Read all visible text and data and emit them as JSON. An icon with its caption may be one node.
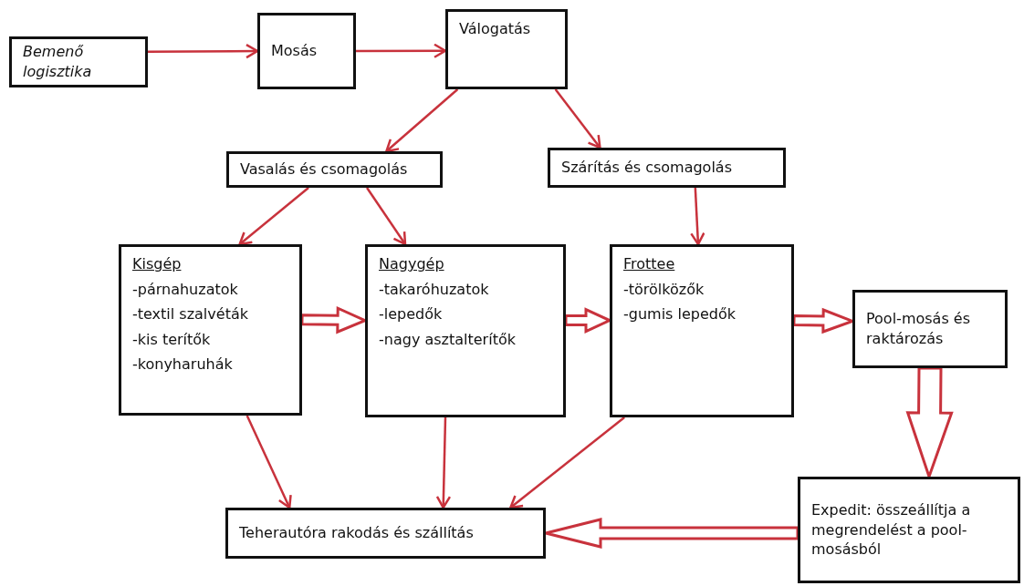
{
  "diagram": {
    "nodes": [
      {
        "text": [
          "Bemenő logisztika"
        ]
      },
      {
        "text": [
          "Mosás"
        ]
      },
      {
        "text": [
          "Válogatás"
        ]
      },
      {
        "text": [
          "Vasalás és csomagolás"
        ]
      },
      {
        "text": [
          "Szárítás és csomagolás"
        ]
      },
      {
        "text": [
          "Kisgép",
          "-párnahuzatok",
          "-textil szalvéták",
          "-kis terítők",
          "-konyharuhák"
        ]
      },
      {
        "text": [
          "Nagygép",
          "-takaróhuzatok",
          "-lepedők",
          "-nagy asztalterítők"
        ]
      },
      {
        "text": [
          "Frottee",
          "-törölközők",
          "-gumis lepedők"
        ]
      },
      {
        "text": [
          "Pool-mosás és raktározás"
        ]
      },
      {
        "text": [
          "Teherautóra rakodás és szállítás"
        ]
      },
      {
        "text": [
          "Expedit: összeállítja a megrendelést a pool-mosásból"
        ]
      }
    ],
    "edges": [
      {
        "from": 0,
        "to": 1,
        "arrow": "to"
      },
      {
        "from": 1,
        "to": 2,
        "arrow": "to"
      },
      {
        "from": 2,
        "to": 3,
        "arrow": "to"
      },
      {
        "from": 2,
        "to": 4,
        "arrow": "to"
      },
      {
        "from": 3,
        "to": 5,
        "arrow": "to"
      },
      {
        "from": 3,
        "to": 6,
        "arrow": "to"
      },
      {
        "from": 4,
        "to": 7,
        "arrow": "to"
      },
      {
        "from": 5,
        "to": 6,
        "arrow": "to",
        "style": "thick"
      },
      {
        "from": 6,
        "to": 7,
        "arrow": "to",
        "style": "thick"
      },
      {
        "from": 7,
        "to": 8,
        "arrow": "to",
        "style": "thick"
      },
      {
        "from": 8,
        "to": 10,
        "arrow": "to",
        "style": "thick"
      },
      {
        "from": 10,
        "to": 9,
        "arrow": "to",
        "style": "thick"
      },
      {
        "from": 5,
        "to": 9,
        "arrow": "to"
      },
      {
        "from": 6,
        "to": 9,
        "arrow": "to"
      },
      {
        "from": 7,
        "to": 9,
        "arrow": "to"
      }
    ]
  }
}
